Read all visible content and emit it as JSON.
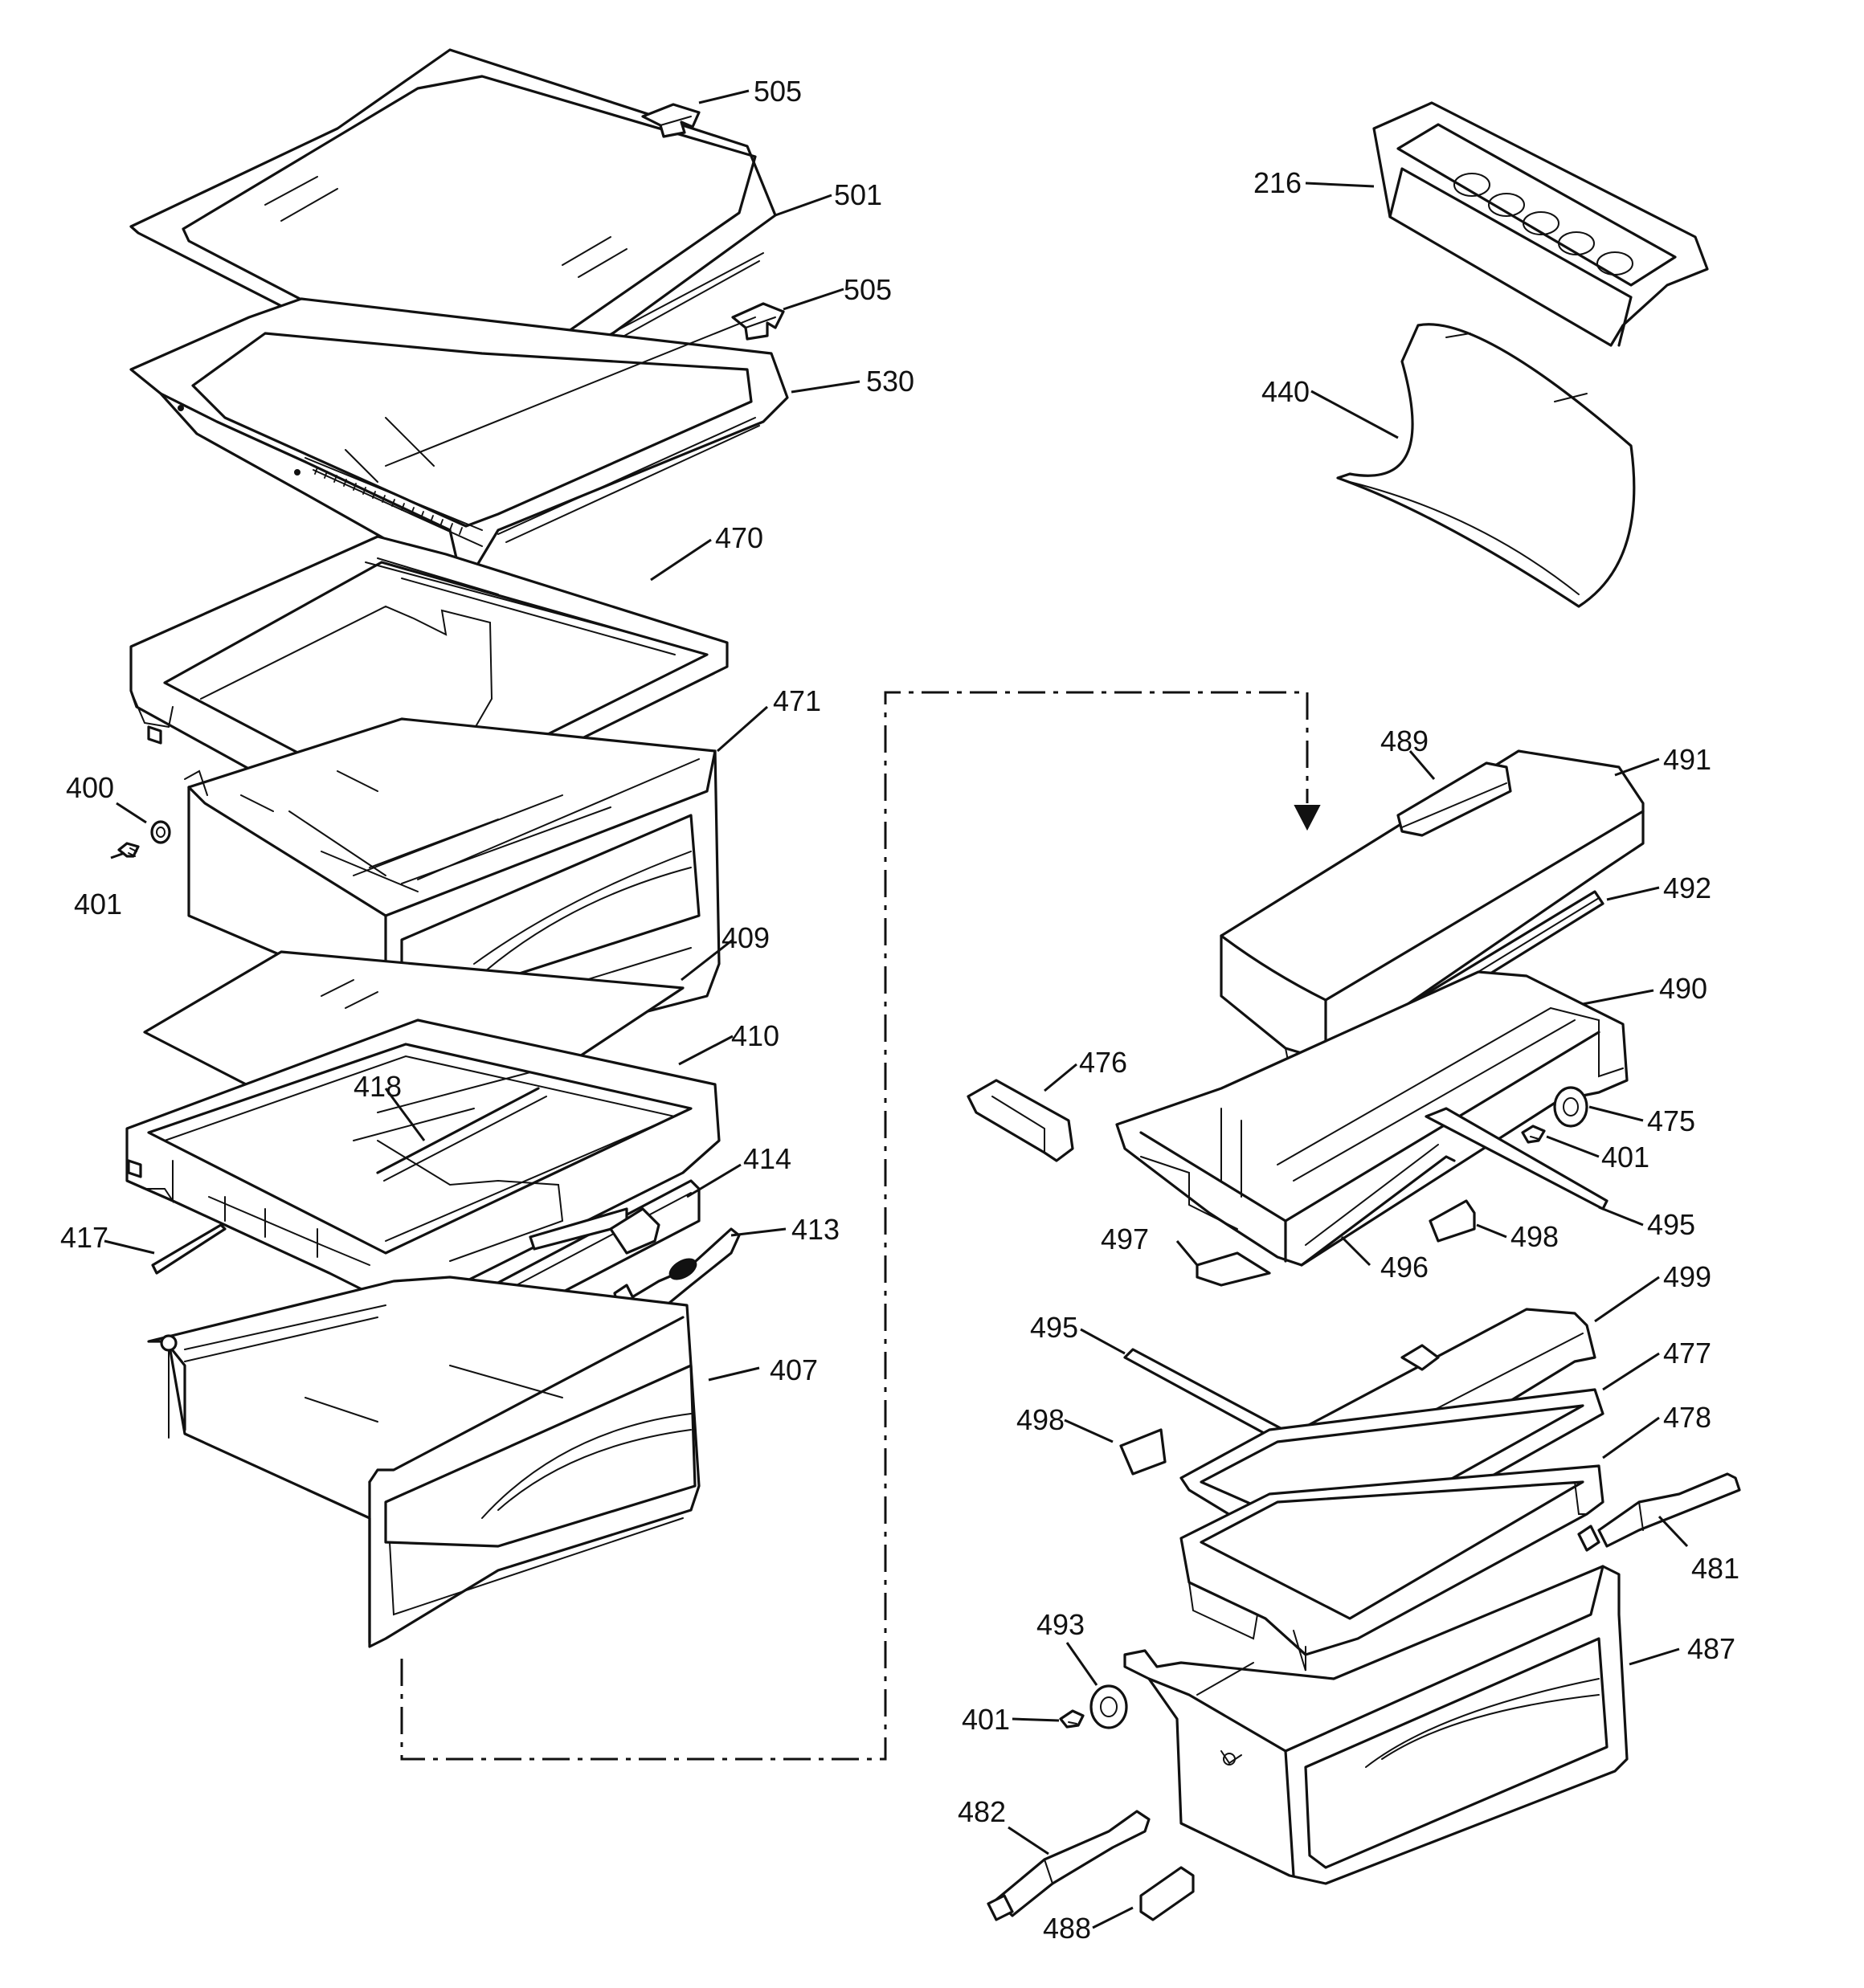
{
  "callouts": [
    "505",
    "501",
    "505",
    "530",
    "470",
    "471",
    "400",
    "401",
    "409",
    "410",
    "418",
    "414",
    "417",
    "413",
    "407",
    "216",
    "440",
    "489",
    "491",
    "492",
    "490",
    "476",
    "475",
    "401",
    "495",
    "497",
    "496",
    "498",
    "499",
    "495",
    "477",
    "498",
    "478",
    "481",
    "493",
    "487",
    "401",
    "482",
    "488"
  ]
}
